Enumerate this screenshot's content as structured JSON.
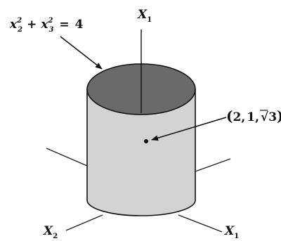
{
  "equation": {
    "lhs_term1_base": "x",
    "lhs_term1_sub": "2",
    "lhs_term1_sup": "2",
    "plus": "+",
    "lhs_term2_base": "x",
    "lhs_term2_sub": "3",
    "lhs_term2_sup": "2",
    "equals": "=",
    "rhs": "4"
  },
  "axes": {
    "vertical": {
      "base": "X",
      "sub": "1"
    },
    "left": {
      "base": "X",
      "sub": "2"
    },
    "right": {
      "base": "X",
      "sub": "1"
    }
  },
  "point_label": {
    "open": "(",
    "x": "2",
    "sep1": ",",
    "y": "1",
    "sep2": ",",
    "sqrt_sign": "√",
    "radicand": "3",
    "close": ")"
  }
}
